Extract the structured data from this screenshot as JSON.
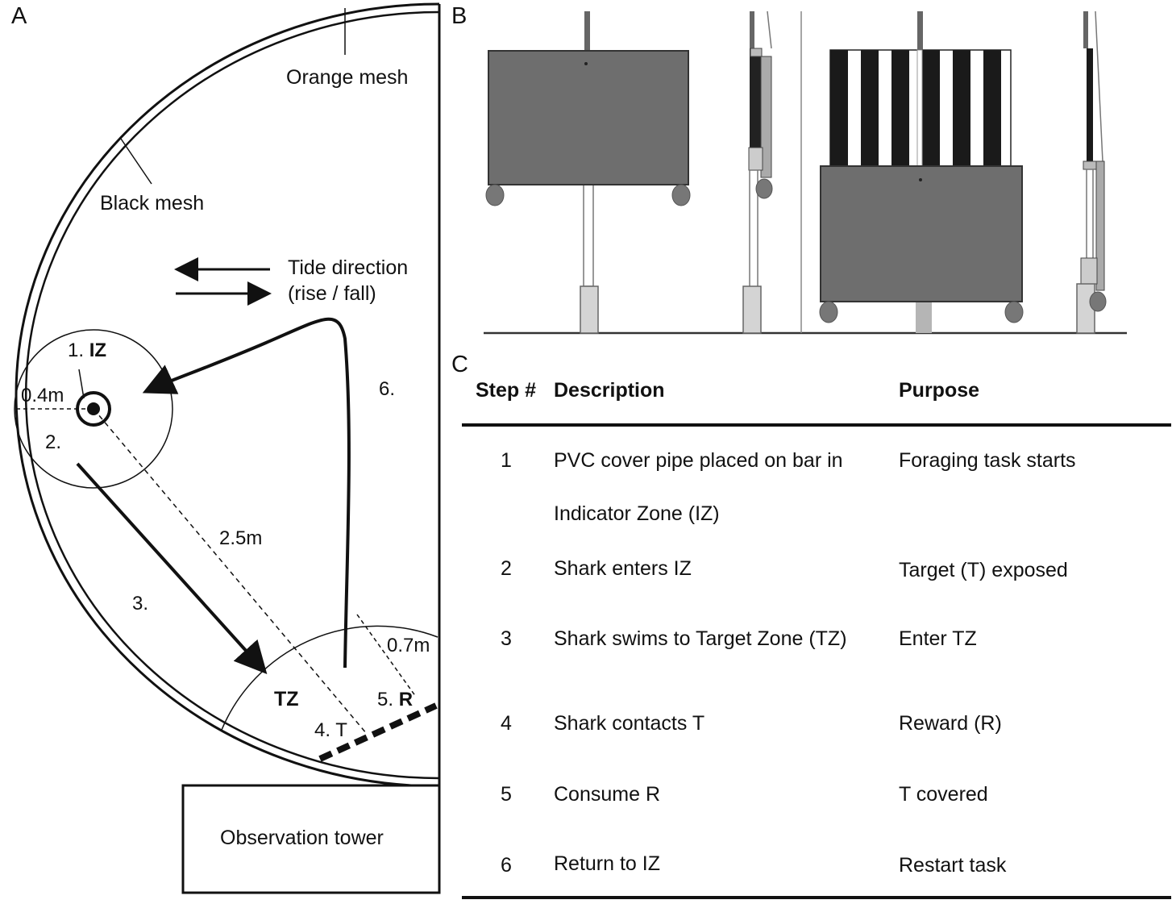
{
  "panels": {
    "a": "A",
    "b": "B",
    "c": "C"
  },
  "diagram_a": {
    "orange_mesh": "Orange mesh",
    "black_mesh": "Black mesh",
    "tide_direction_line1": "Tide direction",
    "tide_direction_line2": "(rise / fall)",
    "step1_num": "1.",
    "step1_zone": "IZ",
    "radius_iz": "0.4m",
    "step2": "2.",
    "step3": "3.",
    "distance": "2.5m",
    "step6": "6.",
    "radius_tz": "0.7m",
    "tz_label": "TZ",
    "step4": "4. T",
    "step5_num": "5.",
    "step5_zone": "R",
    "observation_tower": "Observation tower"
  },
  "table": {
    "headers": {
      "step": "Step #",
      "description": "Description",
      "purpose": "Purpose"
    },
    "rows": [
      {
        "step": "1",
        "description_line1": "PVC cover pipe placed on bar in",
        "description_line2": "Indicator Zone (IZ)",
        "purpose": "Foraging task starts"
      },
      {
        "step": "2",
        "description_line1": "Shark enters IZ",
        "description_line2": "",
        "purpose": "Target (T) exposed"
      },
      {
        "step": "3",
        "description_line1": "Shark swims to Target Zone (TZ)",
        "description_line2": "",
        "purpose": "Enter TZ"
      },
      {
        "step": "4",
        "description_line1": "Shark contacts T",
        "description_line2": "",
        "purpose": "Reward (R)"
      },
      {
        "step": "5",
        "description_line1": "Consume R",
        "description_line2": "",
        "purpose": "T covered"
      },
      {
        "step": "6",
        "description_line1": "Return to IZ",
        "description_line2": "",
        "purpose": "Restart task"
      }
    ]
  },
  "colors": {
    "ink": "#111111",
    "panel_gray": "#6b6b6b",
    "light_gray": "#cfcfcf",
    "mid_gray": "#9a9a9a"
  }
}
